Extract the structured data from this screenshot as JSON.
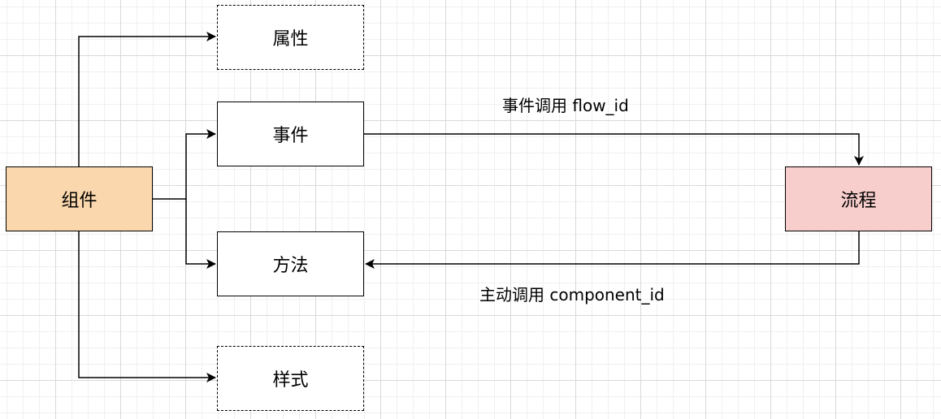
{
  "nodes": {
    "component": {
      "label": "组件",
      "fill": "#fad7ac"
    },
    "attribute": {
      "label": "属性"
    },
    "event": {
      "label": "事件"
    },
    "method": {
      "label": "方法"
    },
    "style": {
      "label": "样式"
    },
    "flow": {
      "label": "流程",
      "fill": "#f8cecc"
    }
  },
  "edges": {
    "event_to_flow": "事件调用 flow_id",
    "flow_to_method": "主动调用 component_id"
  }
}
